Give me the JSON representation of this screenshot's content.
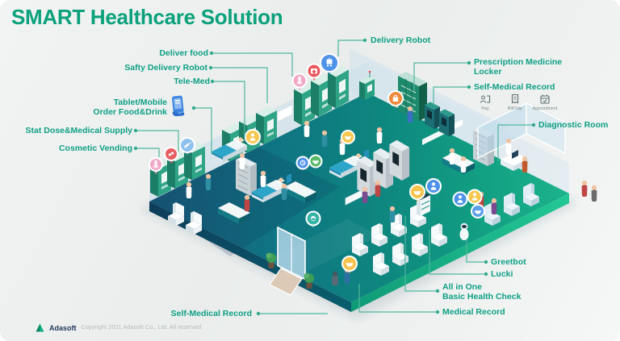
{
  "title": "SMART Healthcare Solution",
  "labels": {
    "deliver_food": "Deliver food",
    "safty_delivery_robot": "Safty Delivery Robot",
    "tele_med": "Tele-Med",
    "tablet_mobile_1": "Tablet/Mobile",
    "tablet_mobile_2": "Order Food&Drink",
    "stat_dose": "Stat Dose&Medical Supply",
    "cosmetic_vending": "Cosmetic Vending",
    "self_medical_record_left": "Self-Medical Record",
    "delivery_robot": "Delivery Robot",
    "prescription_1": "Prescription Medicine",
    "prescription_2": "Locker",
    "self_medical_record_right": "Self-Medical Record",
    "diagnostic_room": "Diagnostic Room",
    "greetbot": "Greetbot",
    "lucki": "Lucki",
    "all_in_one_1": "All in One",
    "all_in_one_2": "Basic Health Check",
    "medical_record": "Medical Record"
  },
  "icon_captions": {
    "pay": "Pay",
    "bill_slip": "Bill/Slip",
    "appointment": "Appointment"
  },
  "footer": {
    "brand": "Adasoft",
    "copyright": "Copyright 2021 Adasoft Co., Ltd. All reserved"
  },
  "colors": {
    "accent_green": "#0aa17b",
    "label_green": "#0ea084",
    "leader_line": "#4fb79e",
    "floor_dark_blue": "#1a5a7a",
    "floor_teal": "#0e867f",
    "floor_green": "#1cb38c",
    "wall_glass": "#cfe1ed",
    "machine_green": "#2fa487",
    "locker_green": "#1e8a6e"
  }
}
